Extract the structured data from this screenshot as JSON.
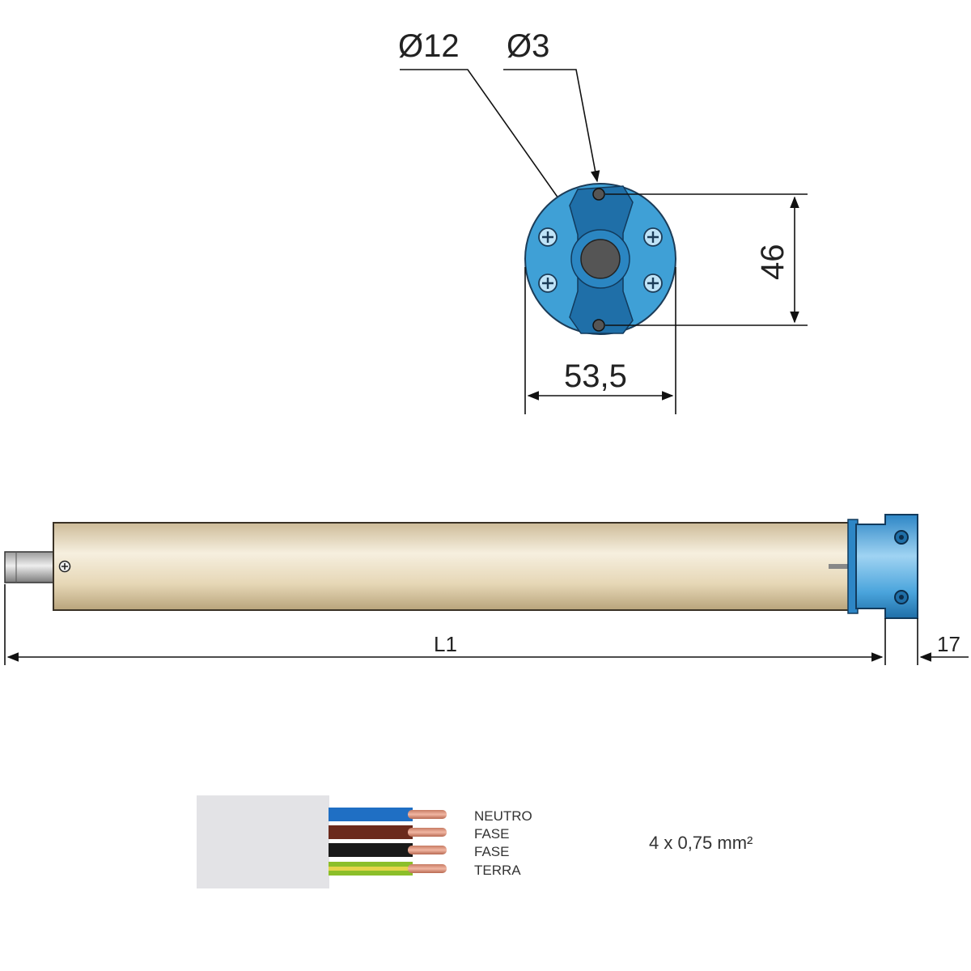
{
  "end_view": {
    "shaft_diameter_label": "Ø12",
    "pin_diameter_label": "Ø3",
    "height_label": "46",
    "width_label": "53,5"
  },
  "side_view": {
    "length_label": "L1",
    "head_length_label": "17"
  },
  "cable": {
    "wires": [
      {
        "label": "NEUTRO",
        "color": "#1f6fc4"
      },
      {
        "label": "FASE",
        "color": "#6b2a1c"
      },
      {
        "label": "FASE",
        "color": "#1a1a1a"
      },
      {
        "label": "TERRA",
        "color": "#8cbf2a"
      }
    ],
    "section_label": "4 x 0,75 mm²",
    "jacket_color": "#e3e3e6",
    "copper_color": "#d9907a"
  },
  "colors": {
    "motor_head": "#3fa0d6",
    "motor_head_dark": "#1f6fa8",
    "tube": "#e8dcc0"
  }
}
